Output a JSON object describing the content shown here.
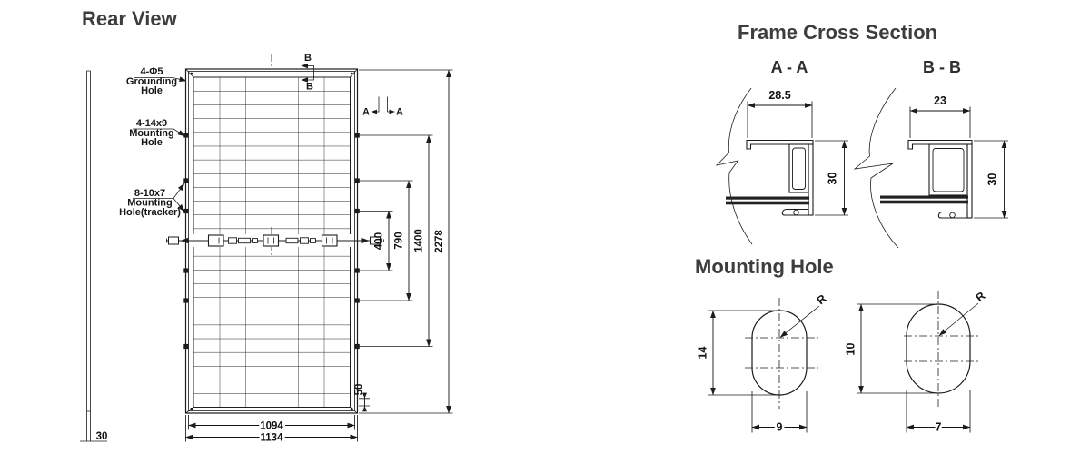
{
  "rear": {
    "title": "Rear View",
    "side_thickness": "30",
    "grounding": {
      "line1": "4-Φ5",
      "line2": "Grounding",
      "line3": "Hole"
    },
    "mounting": {
      "line1": "4-14x9",
      "line2": "Mounting",
      "line3": "Hole"
    },
    "tracker": {
      "line1": "8-10x7",
      "line2": "Mounting",
      "line3": "Hole(tracker)"
    },
    "marker_b": "B",
    "marker_a": "A",
    "dim_400": "400",
    "dim_790": "790",
    "dim_1400": "1400",
    "dim_2278": "2278",
    "dim_50": "50",
    "dim_1094": "1094",
    "dim_1134": "1134"
  },
  "cross_section": {
    "title": "Frame Cross Section",
    "aa_label": "A - A",
    "aa_width": "28.5",
    "aa_height": "30",
    "bb_label": "B - B",
    "bb_width": "23",
    "bb_height": "30"
  },
  "mounting_hole": {
    "title": "Mounting Hole",
    "left_height": "14",
    "left_width": "9",
    "left_radius": "R",
    "right_height": "10",
    "right_width": "7",
    "right_radius": "R"
  },
  "grid": {
    "columns": 6,
    "rows": 24
  }
}
